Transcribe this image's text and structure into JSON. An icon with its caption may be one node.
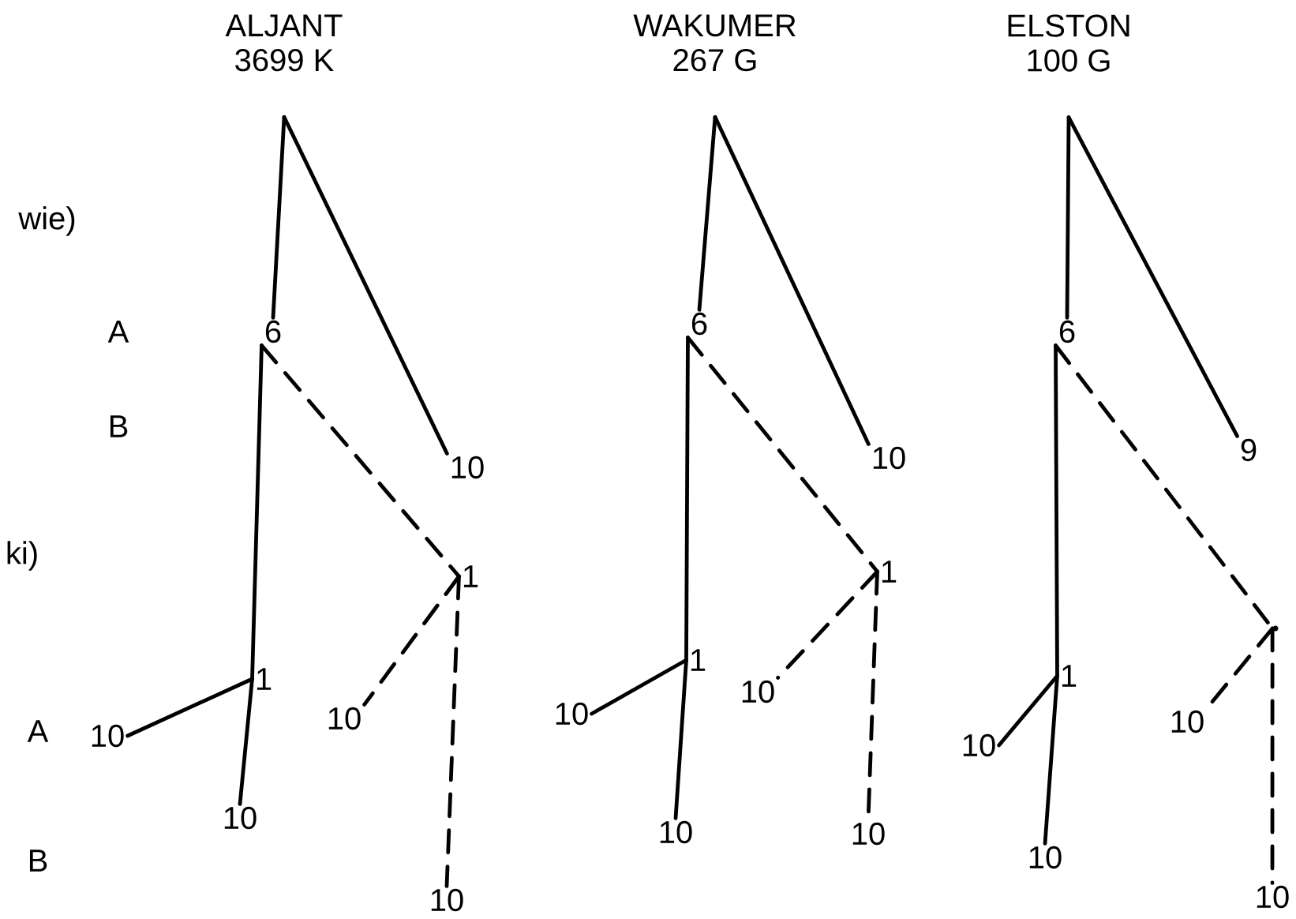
{
  "diagram": {
    "nodes": [
      {
        "text": [
          "ALJANT",
          "3699 K"
        ]
      },
      {
        "text": [
          "6"
        ]
      },
      {
        "text": [
          "10"
        ]
      },
      {
        "text": [
          "1"
        ]
      },
      {
        "text": [
          "10"
        ]
      },
      {
        "text": [
          "10"
        ]
      },
      {
        "text": [
          "1"
        ]
      },
      {
        "text": [
          "10"
        ]
      },
      {
        "text": [
          "10"
        ]
      },
      {
        "text": [
          "WAKUMER",
          "267 G"
        ]
      },
      {
        "text": [
          "6"
        ]
      },
      {
        "text": [
          "10"
        ]
      },
      {
        "text": [
          "1"
        ]
      },
      {
        "text": [
          "10"
        ]
      },
      {
        "text": [
          "10"
        ]
      },
      {
        "text": [
          "1"
        ]
      },
      {
        "text": [
          "10"
        ]
      },
      {
        "text": [
          "10"
        ]
      },
      {
        "text": [
          "ELSTON",
          "100 G"
        ]
      },
      {
        "text": [
          "6"
        ]
      },
      {
        "text": [
          "9"
        ]
      },
      {
        "text": [
          "1"
        ]
      },
      {
        "text": [
          "10"
        ]
      },
      {
        "text": [
          "10"
        ]
      },
      {
        "text": [],
        "shape": "point"
      },
      {
        "text": [
          "10"
        ]
      },
      {
        "text": [
          "10"
        ]
      }
    ],
    "edges": [
      {
        "from": 0,
        "to": 1,
        "arrow": "none"
      },
      {
        "from": 0,
        "to": 2,
        "arrow": "none"
      },
      {
        "from": 1,
        "to": 3,
        "arrow": "none"
      },
      {
        "from": 3,
        "to": 4,
        "arrow": "none"
      },
      {
        "from": 3,
        "to": 5,
        "arrow": "none"
      },
      {
        "from": 1,
        "to": 6,
        "arrow": "none",
        "style": "dashed"
      },
      {
        "from": 6,
        "to": 7,
        "arrow": "none",
        "style": "dashed"
      },
      {
        "from": 6,
        "to": 8,
        "arrow": "none",
        "style": "dashed"
      },
      {
        "from": 9,
        "to": 10,
        "arrow": "none"
      },
      {
        "from": 9,
        "to": 11,
        "arrow": "none"
      },
      {
        "from": 10,
        "to": 12,
        "arrow": "none"
      },
      {
        "from": 12,
        "to": 13,
        "arrow": "none"
      },
      {
        "from": 12,
        "to": 14,
        "arrow": "none"
      },
      {
        "from": 10,
        "to": 15,
        "arrow": "none",
        "style": "dashed"
      },
      {
        "from": 15,
        "to": 16,
        "arrow": "none",
        "style": "dashed"
      },
      {
        "from": 15,
        "to": 17,
        "arrow": "none",
        "style": "dashed"
      },
      {
        "from": 18,
        "to": 19,
        "arrow": "none"
      },
      {
        "from": 18,
        "to": 20,
        "arrow": "none"
      },
      {
        "from": 19,
        "to": 21,
        "arrow": "none"
      },
      {
        "from": 21,
        "to": 22,
        "arrow": "none"
      },
      {
        "from": 21,
        "to": 23,
        "arrow": "none"
      },
      {
        "from": 19,
        "to": 24,
        "arrow": "none",
        "style": "dashed"
      },
      {
        "from": 24,
        "to": 25,
        "arrow": "none",
        "style": "dashed"
      },
      {
        "from": 24,
        "to": 26,
        "arrow": "none",
        "style": "dashed"
      }
    ],
    "labels": [
      "wie)",
      "A",
      "B",
      "ki)",
      "A",
      "B"
    ]
  }
}
